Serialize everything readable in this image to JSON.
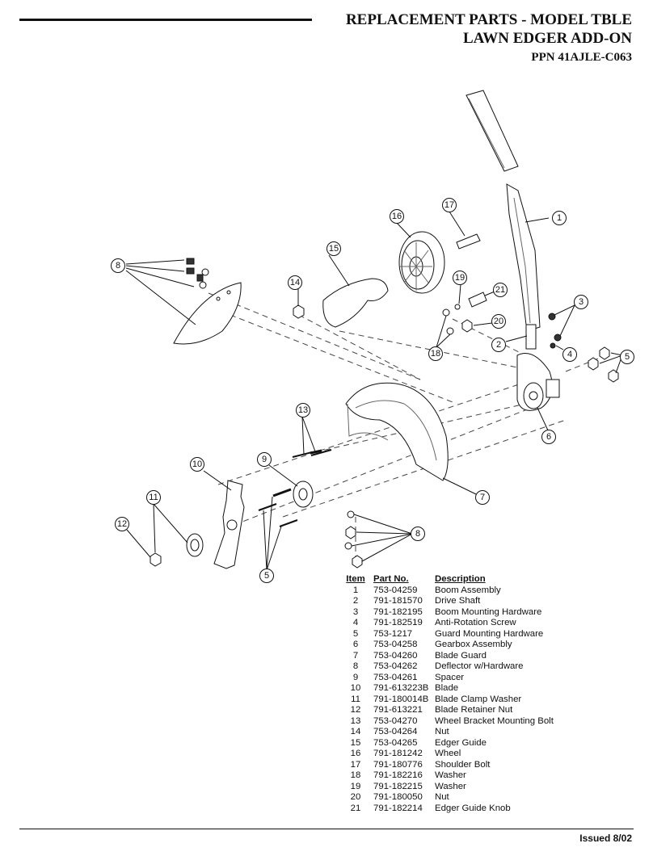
{
  "header": {
    "line1": "REPLACEMENT PARTS - MODEL TBLE",
    "line2": "LAWN EDGER ADD-ON",
    "line3": "PPN 41AJLE-C063"
  },
  "callouts": [
    "1",
    "2",
    "3",
    "4",
    "5",
    "6",
    "7",
    "8",
    "9",
    "10",
    "11",
    "12",
    "13",
    "14",
    "15",
    "16",
    "17",
    "18",
    "19",
    "20",
    "21"
  ],
  "parts_table": {
    "headers": {
      "item": "Item",
      "part": "Part No.",
      "desc": "Description"
    },
    "rows": [
      {
        "item": "1",
        "part": "753-04259",
        "desc": "Boom Assembly"
      },
      {
        "item": "2",
        "part": "791-181570",
        "desc": "Drive Shaft"
      },
      {
        "item": "3",
        "part": "791-182195",
        "desc": "Boom Mounting Hardware"
      },
      {
        "item": "4",
        "part": "791-182519",
        "desc": "Anti-Rotation Screw"
      },
      {
        "item": "5",
        "part": "753-1217",
        "desc": "Guard Mounting Hardware"
      },
      {
        "item": "6",
        "part": "753-04258",
        "desc": "Gearbox Assembly"
      },
      {
        "item": "7",
        "part": "753-04260",
        "desc": "Blade Guard"
      },
      {
        "item": "8",
        "part": "753-04262",
        "desc": "Deflector w/Hardware"
      },
      {
        "item": "9",
        "part": "753-04261",
        "desc": "Spacer"
      },
      {
        "item": "10",
        "part": "791-613223B",
        "desc": "Blade"
      },
      {
        "item": "11",
        "part": "791-180014B",
        "desc": "Blade Clamp Washer"
      },
      {
        "item": "12",
        "part": "791-613221",
        "desc": "Blade Retainer Nut"
      },
      {
        "item": "13",
        "part": "753-04270",
        "desc": "Wheel Bracket Mounting Bolt"
      },
      {
        "item": "14",
        "part": "753-04264",
        "desc": "Nut"
      },
      {
        "item": "15",
        "part": "753-04265",
        "desc": "Edger Guide"
      },
      {
        "item": "16",
        "part": "791-181242",
        "desc": "Wheel"
      },
      {
        "item": "17",
        "part": "791-180776",
        "desc": "Shoulder Bolt"
      },
      {
        "item": "18",
        "part": "791-182216",
        "desc": "Washer"
      },
      {
        "item": "19",
        "part": "791-182215",
        "desc": "Washer"
      },
      {
        "item": "20",
        "part": "791-180050",
        "desc": "Nut"
      },
      {
        "item": "21",
        "part": "791-182214",
        "desc": "Edger Guide Knob"
      }
    ]
  },
  "footer": {
    "issued": "Issued 8/02"
  }
}
